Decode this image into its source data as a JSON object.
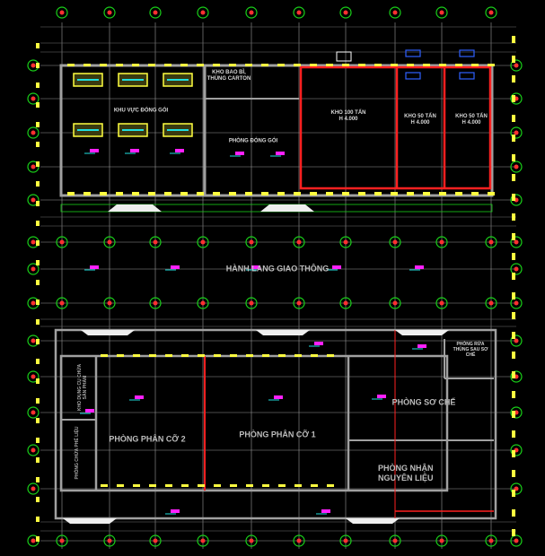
{
  "drawing": {
    "colors": {
      "grid": "#9a9a9a",
      "wall": "#a0a0a0",
      "cold_wall": "#ff2020",
      "bubble": "#19d019",
      "bubble_fill": "#ff3030",
      "window": "#ffff40",
      "cyan": "#20e0e0",
      "magenta": "#ff20ff"
    },
    "rooms": [
      {
        "name": "KHU VỰC ĐÓNG GÓI"
      },
      {
        "name": "KHO BAO BÌ, THÙNG CARTON"
      },
      {
        "name": "PHÒNG ĐÓNG GÓI"
      },
      {
        "name": "KHO 100 TẤN",
        "height": "H 4.000"
      },
      {
        "name": "KHO 50 TẤN",
        "height": "H 4.000"
      },
      {
        "name": "KHO 50 TẤN",
        "height": "H 4.000"
      },
      {
        "name": "HÀNH LANG GIAO THÔNG"
      },
      {
        "name": "PHÒNG PHÂN CỠ 2"
      },
      {
        "name": "PHÒNG PHÂN CỠ 1"
      },
      {
        "name": "PHÒNG SƠ CHẾ"
      },
      {
        "name": "PHÒNG NHẬN NGUYÊN LIỆU"
      },
      {
        "name": "PHÒNG RỬA THÙNG SAU SƠ CHẾ"
      },
      {
        "name": "KHO DỤNG CỤ CHỨA SẢN PHẨM"
      },
      {
        "name": "PHÒNG CHỨA PHẾ LIỆU"
      }
    ]
  }
}
